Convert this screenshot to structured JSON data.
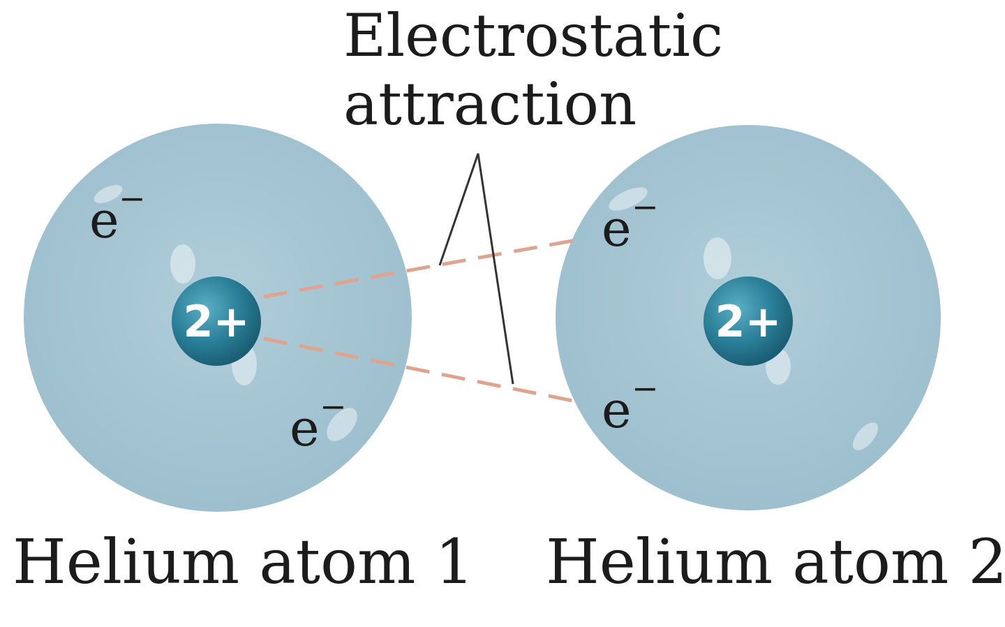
{
  "title": {
    "line1": "Electrostatic",
    "line2": "attraction"
  },
  "atoms": [
    {
      "caption": "Helium atom 1",
      "nucleus_charge": "2+",
      "electrons": [
        {
          "symbol": "e",
          "charge": "−"
        },
        {
          "symbol": "e",
          "charge": "−"
        }
      ]
    },
    {
      "caption": "Helium atom 2",
      "nucleus_charge": "2+",
      "electrons": [
        {
          "symbol": "e",
          "charge": "−"
        },
        {
          "symbol": "e",
          "charge": "−"
        }
      ]
    }
  ],
  "colors": {
    "atom_cloud": "#a4c3d1",
    "nucleus": "#2a7f98",
    "attraction_line": "#e0a38e",
    "pointer_line": "#333333"
  }
}
